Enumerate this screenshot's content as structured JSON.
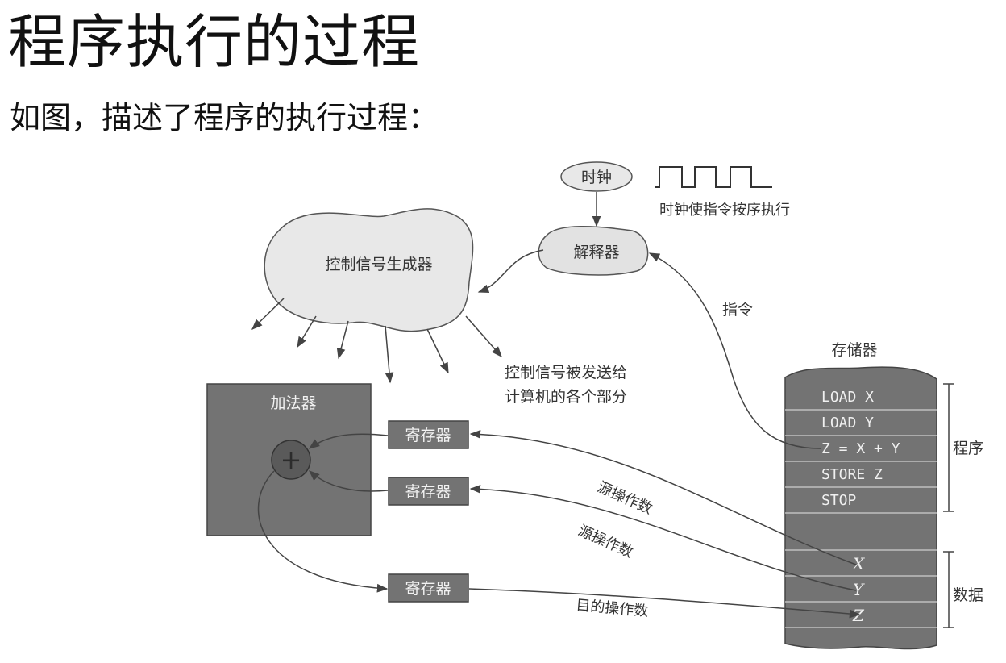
{
  "title": "程序执行的过程",
  "subtitle": "如图，描述了程序的执行过程：",
  "diagram": {
    "clock": {
      "label": "时钟",
      "caption": "时钟使指令按序执行"
    },
    "interpreter": "解释器",
    "control_generator": "控制信号生成器",
    "control_note": [
      "控制信号被发送给",
      "计算机的各个部分"
    ],
    "instruction_label": "指令",
    "memory": {
      "title": "存储器",
      "program_rows": [
        "LOAD X",
        "LOAD Y",
        "Z = X + Y",
        "STORE Z",
        "STOP"
      ],
      "data_rows": [
        "X",
        "Y",
        "Z"
      ],
      "program_label": "程序",
      "data_label": "数据"
    },
    "adder": {
      "title": "加法器",
      "plus": "+"
    },
    "registers": [
      "寄存器",
      "寄存器",
      "寄存器"
    ],
    "edge_labels": {
      "source_1": "源操作数",
      "source_2": "源操作数",
      "destination": "目的操作数"
    }
  }
}
